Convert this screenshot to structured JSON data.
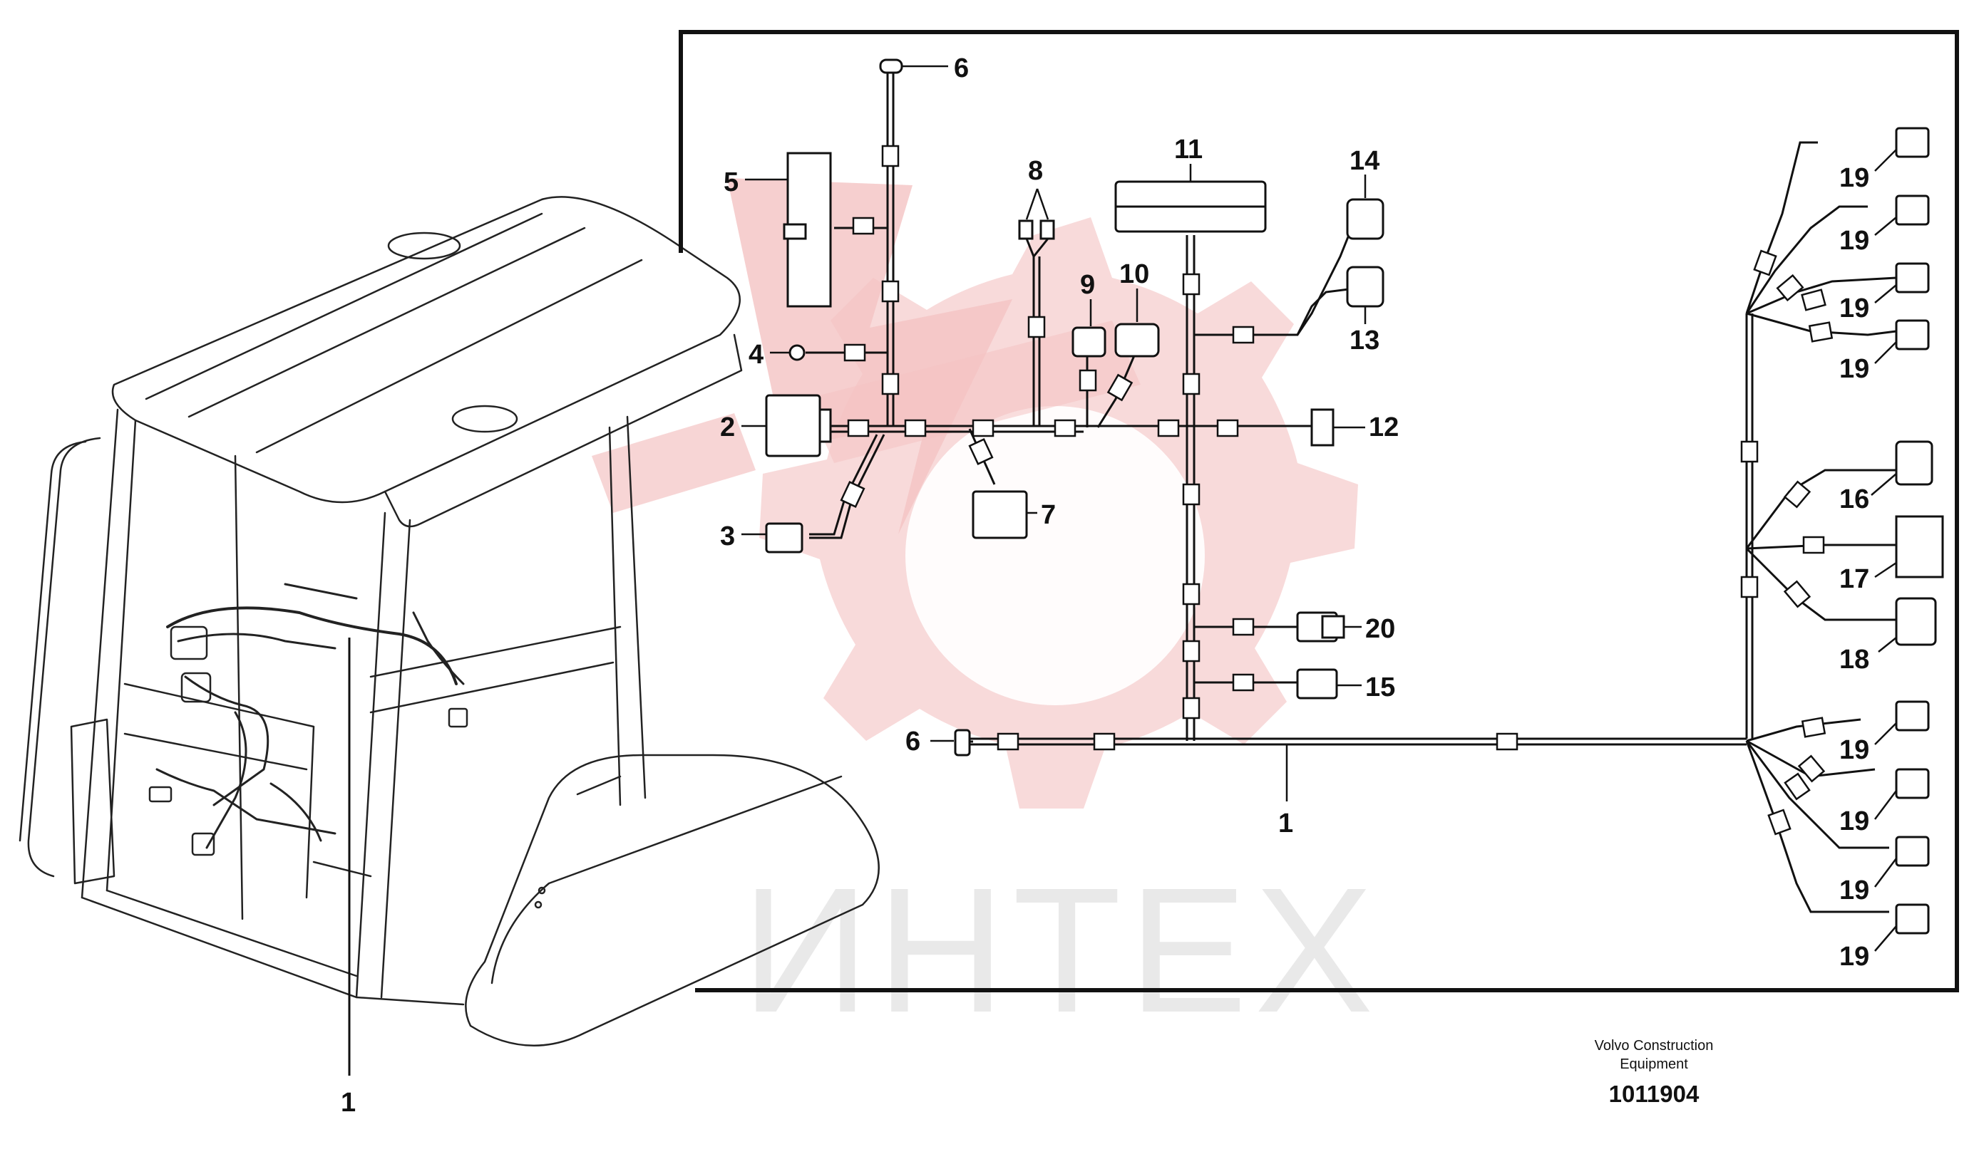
{
  "watermark": {
    "text": "ИНТЕХ",
    "color": "#f2c9c9"
  },
  "callouts": {
    "c1a": "1",
    "c1b": "1",
    "c2": "2",
    "c3": "3",
    "c4": "4",
    "c5": "5",
    "c6a": "6",
    "c6b": "6",
    "c7": "7",
    "c8": "8",
    "c9": "9",
    "c10": "10",
    "c11": "11",
    "c12": "12",
    "c13": "13",
    "c14": "14",
    "c15": "15",
    "c16": "16",
    "c17": "17",
    "c18": "18",
    "c20": "20",
    "c19a": "19",
    "c19b": "19",
    "c19c": "19",
    "c19d": "19",
    "c19e": "19",
    "c19f": "19",
    "c19g": "19",
    "c19h": "19"
  },
  "credit": {
    "maker": "Volvo Construction\nEquipment",
    "doc_number": "1011904"
  }
}
